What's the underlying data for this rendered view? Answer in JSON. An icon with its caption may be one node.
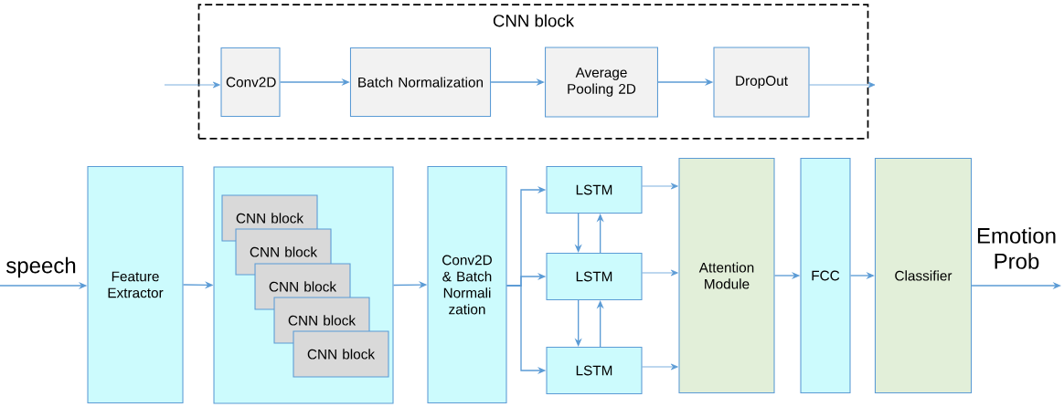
{
  "diagram": {
    "nodes": [
      {
        "text": [
          "CNN block"
        ]
      },
      {
        "text": [
          "Conv2D"
        ],
        "in": 0
      },
      {
        "text": [
          "Batch Normalization"
        ],
        "in": 0
      },
      {
        "text": [
          "Average Pooling 2D"
        ],
        "in": 0
      },
      {
        "text": [
          "DropOut"
        ],
        "in": 0
      },
      {
        "text": [
          "Feature Extractor"
        ]
      },
      {
        "text": [],
        "shape": "box"
      },
      {
        "text": [
          "CNN block"
        ],
        "in": 6
      },
      {
        "text": [
          "CNN block"
        ],
        "in": 6
      },
      {
        "text": [
          "CNN block"
        ],
        "in": 6
      },
      {
        "text": [
          "CNN block"
        ],
        "in": 6
      },
      {
        "text": [
          "CNN block"
        ],
        "in": 6
      },
      {
        "text": [
          "Conv2D & Batch Normali zation"
        ]
      },
      {
        "text": [
          "LSTM"
        ]
      },
      {
        "text": [
          "LSTM"
        ]
      },
      {
        "text": [
          "LSTM"
        ]
      },
      {
        "text": [
          "Attention Module"
        ]
      },
      {
        "text": [
          "FCC"
        ]
      },
      {
        "text": [
          "Classifier"
        ]
      },
      {
        "text": [
          "speech"
        ]
      },
      {
        "text": [
          "Emotion Prob"
        ]
      }
    ],
    "edges": [
      {
        "from": null,
        "to": 1,
        "arrow": "to"
      },
      {
        "from": 1,
        "to": 2,
        "arrow": "to"
      },
      {
        "from": 2,
        "to": 3,
        "arrow": "to"
      },
      {
        "from": 3,
        "to": 4,
        "arrow": "to"
      },
      {
        "from": 4,
        "to": null,
        "arrow": "to"
      },
      {
        "from": 19,
        "to": 5,
        "arrow": "to"
      },
      {
        "from": 5,
        "to": 6,
        "arrow": "to"
      },
      {
        "from": 6,
        "to": 12,
        "arrow": "to"
      },
      {
        "from": 12,
        "to": 13,
        "arrow": "to"
      },
      {
        "from": 12,
        "to": 14,
        "arrow": "to"
      },
      {
        "from": 12,
        "to": 15,
        "arrow": "to"
      },
      {
        "from": 13,
        "to": 14,
        "arrow": "to"
      },
      {
        "from": 14,
        "to": 13,
        "arrow": "to"
      },
      {
        "from": 14,
        "to": 15,
        "arrow": "to"
      },
      {
        "from": 15,
        "to": 14,
        "arrow": "to"
      },
      {
        "from": 13,
        "to": 16,
        "arrow": "to"
      },
      {
        "from": 14,
        "to": 16,
        "arrow": "to"
      },
      {
        "from": 15,
        "to": 16,
        "arrow": "to"
      },
      {
        "from": 16,
        "to": 17,
        "arrow": "to"
      },
      {
        "from": 17,
        "to": 18,
        "arrow": "to"
      },
      {
        "from": 18,
        "to": 20,
        "arrow": "to"
      }
    ]
  }
}
